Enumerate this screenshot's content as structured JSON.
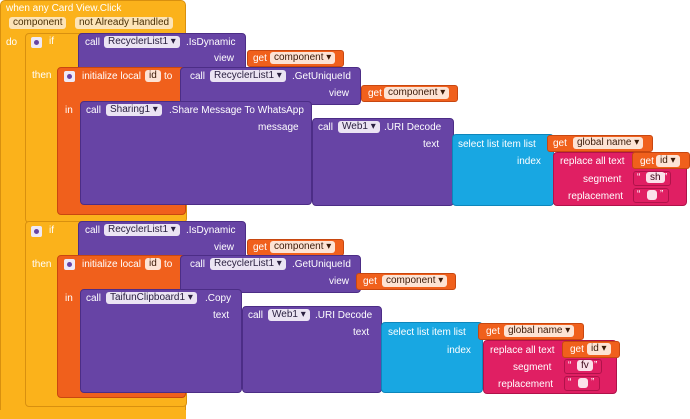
{
  "event": {
    "title": "when any Card View.Click",
    "params": [
      "component",
      "not Already Handled"
    ],
    "do": "do"
  },
  "kw": {
    "if": "if",
    "then": "then",
    "in": "in",
    "call": "call",
    "get": "get",
    "view": "view",
    "init_local": "initialize local",
    "to": "to",
    "message": "message",
    "text": "text",
    "index": "index",
    "segment": "segment",
    "replacement": "replacement",
    "select_list": "select list item  list",
    "replace_all": "replace all text",
    "quote_l": "“",
    "quote_r": "”"
  },
  "g1": {
    "recycler": "RecyclerList1 ▾",
    "is_dynamic": ".IsDynamic",
    "component_var": "component ▾",
    "id_var": "id",
    "get_unique": ".GetUniqueId",
    "sharing": "Sharing1 ▾",
    "share_method": ".Share Message To WhatsApp",
    "web": "Web1 ▾",
    "uri_decode": ".URI Decode",
    "global_name": "global name ▾",
    "id_get": "id ▾",
    "segment_text": "sh",
    "replacement_text": ""
  },
  "g2": {
    "recycler": "RecyclerList1 ▾",
    "is_dynamic": ".IsDynamic",
    "component_var": "component ▾",
    "id_var": "id",
    "get_unique": ".GetUniqueId",
    "clipboard": "TaifunClipboard1 ▾",
    "copy_method": ".Copy",
    "web": "Web1 ▾",
    "uri_decode": ".URI Decode",
    "global_name": "global name ▾",
    "id_get": "id ▾",
    "segment_text": "fv",
    "replacement_text": ""
  },
  "colors": {
    "event": "#fbb21b",
    "component": "#6744a5",
    "variable": "#f0601c",
    "list": "#18a7e2",
    "text": "#e01f63"
  }
}
